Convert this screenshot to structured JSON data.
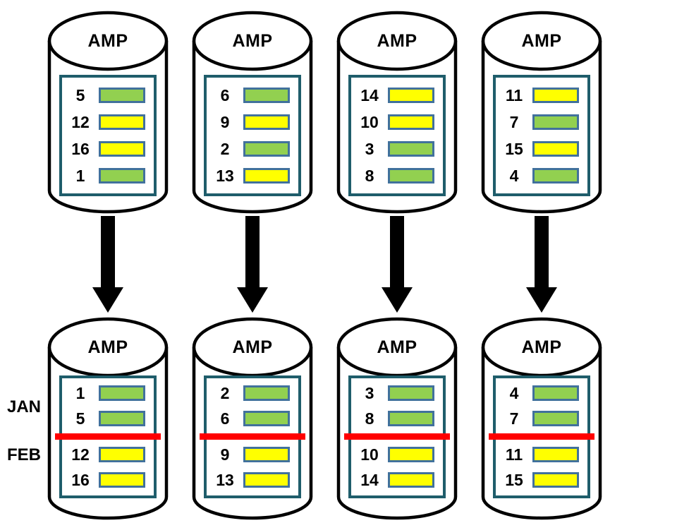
{
  "diagram": {
    "partition_labels": {
      "jan": "JAN",
      "feb": "FEB"
    },
    "colors": {
      "green": "#92D050",
      "yellow": "#FFFF00",
      "bar_border": "#41719C",
      "box_border": "#1F5D6B",
      "divider": "#FF0000",
      "outline": "#000000"
    },
    "top_amps": [
      {
        "title": "AMP",
        "rows": [
          {
            "num": "5",
            "color": "green"
          },
          {
            "num": "12",
            "color": "yellow"
          },
          {
            "num": "16",
            "color": "yellow"
          },
          {
            "num": "1",
            "color": "green"
          }
        ]
      },
      {
        "title": "AMP",
        "rows": [
          {
            "num": "6",
            "color": "green"
          },
          {
            "num": "9",
            "color": "yellow"
          },
          {
            "num": "2",
            "color": "green"
          },
          {
            "num": "13",
            "color": "yellow"
          }
        ]
      },
      {
        "title": "AMP",
        "rows": [
          {
            "num": "14",
            "color": "yellow"
          },
          {
            "num": "10",
            "color": "yellow"
          },
          {
            "num": "3",
            "color": "green"
          },
          {
            "num": "8",
            "color": "green"
          }
        ]
      },
      {
        "title": "AMP",
        "rows": [
          {
            "num": "11",
            "color": "yellow"
          },
          {
            "num": "7",
            "color": "green"
          },
          {
            "num": "15",
            "color": "yellow"
          },
          {
            "num": "4",
            "color": "green"
          }
        ]
      }
    ],
    "bottom_amps": [
      {
        "title": "AMP",
        "jan_rows": [
          {
            "num": "1",
            "color": "green"
          },
          {
            "num": "5",
            "color": "green"
          }
        ],
        "feb_rows": [
          {
            "num": "12",
            "color": "yellow"
          },
          {
            "num": "16",
            "color": "yellow"
          }
        ]
      },
      {
        "title": "AMP",
        "jan_rows": [
          {
            "num": "2",
            "color": "green"
          },
          {
            "num": "6",
            "color": "green"
          }
        ],
        "feb_rows": [
          {
            "num": "9",
            "color": "yellow"
          },
          {
            "num": "13",
            "color": "yellow"
          }
        ]
      },
      {
        "title": "AMP",
        "jan_rows": [
          {
            "num": "3",
            "color": "green"
          },
          {
            "num": "8",
            "color": "green"
          }
        ],
        "feb_rows": [
          {
            "num": "10",
            "color": "yellow"
          },
          {
            "num": "14",
            "color": "yellow"
          }
        ]
      },
      {
        "title": "AMP",
        "jan_rows": [
          {
            "num": "4",
            "color": "green"
          },
          {
            "num": "7",
            "color": "green"
          }
        ],
        "feb_rows": [
          {
            "num": "11",
            "color": "yellow"
          },
          {
            "num": "15",
            "color": "yellow"
          }
        ]
      }
    ]
  }
}
